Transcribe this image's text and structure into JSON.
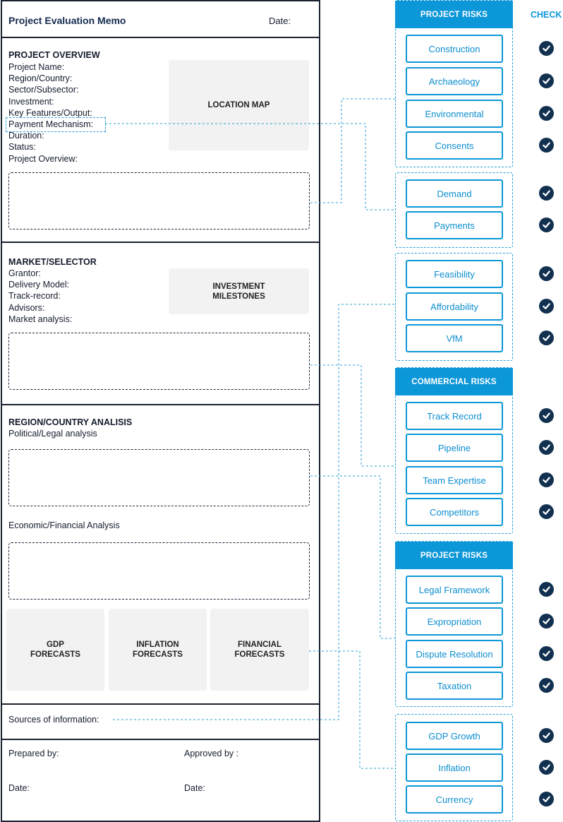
{
  "memo": {
    "title": "Project Evaluation Memo",
    "date_label": "Date:",
    "overview": {
      "heading": "PROJECT OVERVIEW",
      "fields": [
        "Project Name:",
        "Region/Country:",
        "Sector/Subsector:",
        "Investment:",
        "Key Features/Output:",
        "Payment Mechanism:",
        "Duration:",
        "Status:",
        "Project Overview:"
      ],
      "map_label": "LOCATION MAP"
    },
    "market": {
      "heading": "MARKET/SELECTOR",
      "fields": [
        "Grantor:",
        "Delivery Model:",
        "Track-record:",
        "Advisors:",
        "Market analysis:"
      ],
      "milestones_label": "INVESTMENT MILESTONES"
    },
    "region": {
      "heading": "REGION/COUNTRY ANALISIS",
      "political_label": "Political/Legal analysis",
      "economic_label": "Economic/Financial Analysis",
      "forecasts": [
        "GDP FORECASTS",
        "INFLATION FORECASTS",
        "FINANCIAL FORECASTS"
      ]
    },
    "sources_label": "Sources of information:",
    "footer": {
      "prepared_by": "Prepared by:",
      "approved_by": "Approved by :",
      "date_left": "Date:",
      "date_right": "Date:"
    }
  },
  "check_heading": "CHECK",
  "panels": {
    "project_risks_heading": "PROJECT RISKS",
    "commercial_risks_heading": "COMMERCIAL RISKS",
    "country_risks_heading": "PROJECT RISKS",
    "project_group": [
      "Construction",
      "Archaeology",
      "Environmental",
      "Consents"
    ],
    "payment_group": [
      "Demand",
      "Payments"
    ],
    "feasibility_group": [
      "Feasibility",
      "Affordability",
      "VfM"
    ],
    "commercial_group": [
      "Track Record",
      "Pipeline",
      "Team Expertise",
      "Competitors"
    ],
    "legal_group": [
      "Legal Framework",
      "Expropriation",
      "Dispute Resolution",
      "Taxation"
    ],
    "macro_group": [
      "GDP Growth",
      "Inflation",
      "Currency"
    ]
  },
  "colors": {
    "accent": "#0c97d8",
    "check_fill": "#123150",
    "border": "#1a2230",
    "placeholder_fill": "#f2f2f2"
  },
  "icons": {
    "check": "check-circle-icon"
  }
}
